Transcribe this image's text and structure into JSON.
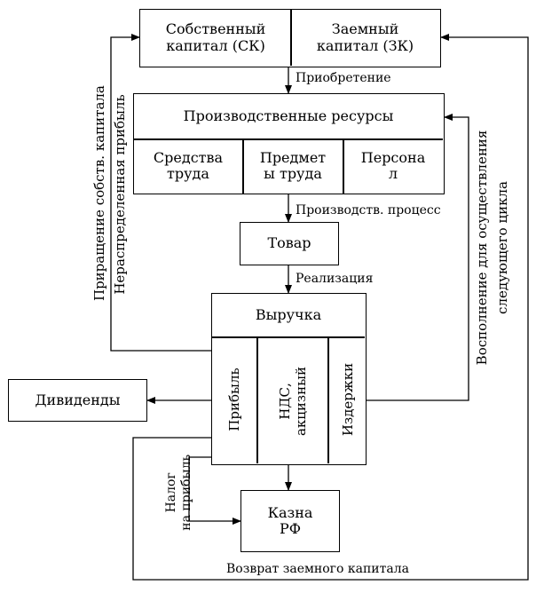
{
  "capital": {
    "own": "Собственный\nкапитал (СК)",
    "borrowed": "Заемный\nкапитал (ЗК)"
  },
  "acquisition_label": "Приобретение",
  "resources": {
    "title": "Производственные ресурсы",
    "items": [
      "Средства\nтруда",
      "Предмет\nы труда",
      "Персона\nл"
    ]
  },
  "process_label": "Производств. процесс",
  "goods": "Товар",
  "sale_label": "Реализация",
  "revenue": {
    "title": "Выручка",
    "parts": [
      "Прибыль",
      "НДС,\nакцизный",
      "Издержки"
    ]
  },
  "dividends": "Дивиденды",
  "treasury": "Казна\nРФ",
  "left_labels": [
    "Приращение собств. капитала",
    "Нераспределенная прибыль"
  ],
  "right_labels": [
    "Восполнение для осуществления",
    "следующего цикла"
  ],
  "tax_label": "Налог\nна прибыль",
  "return_label": "Возврат заемного капитала"
}
